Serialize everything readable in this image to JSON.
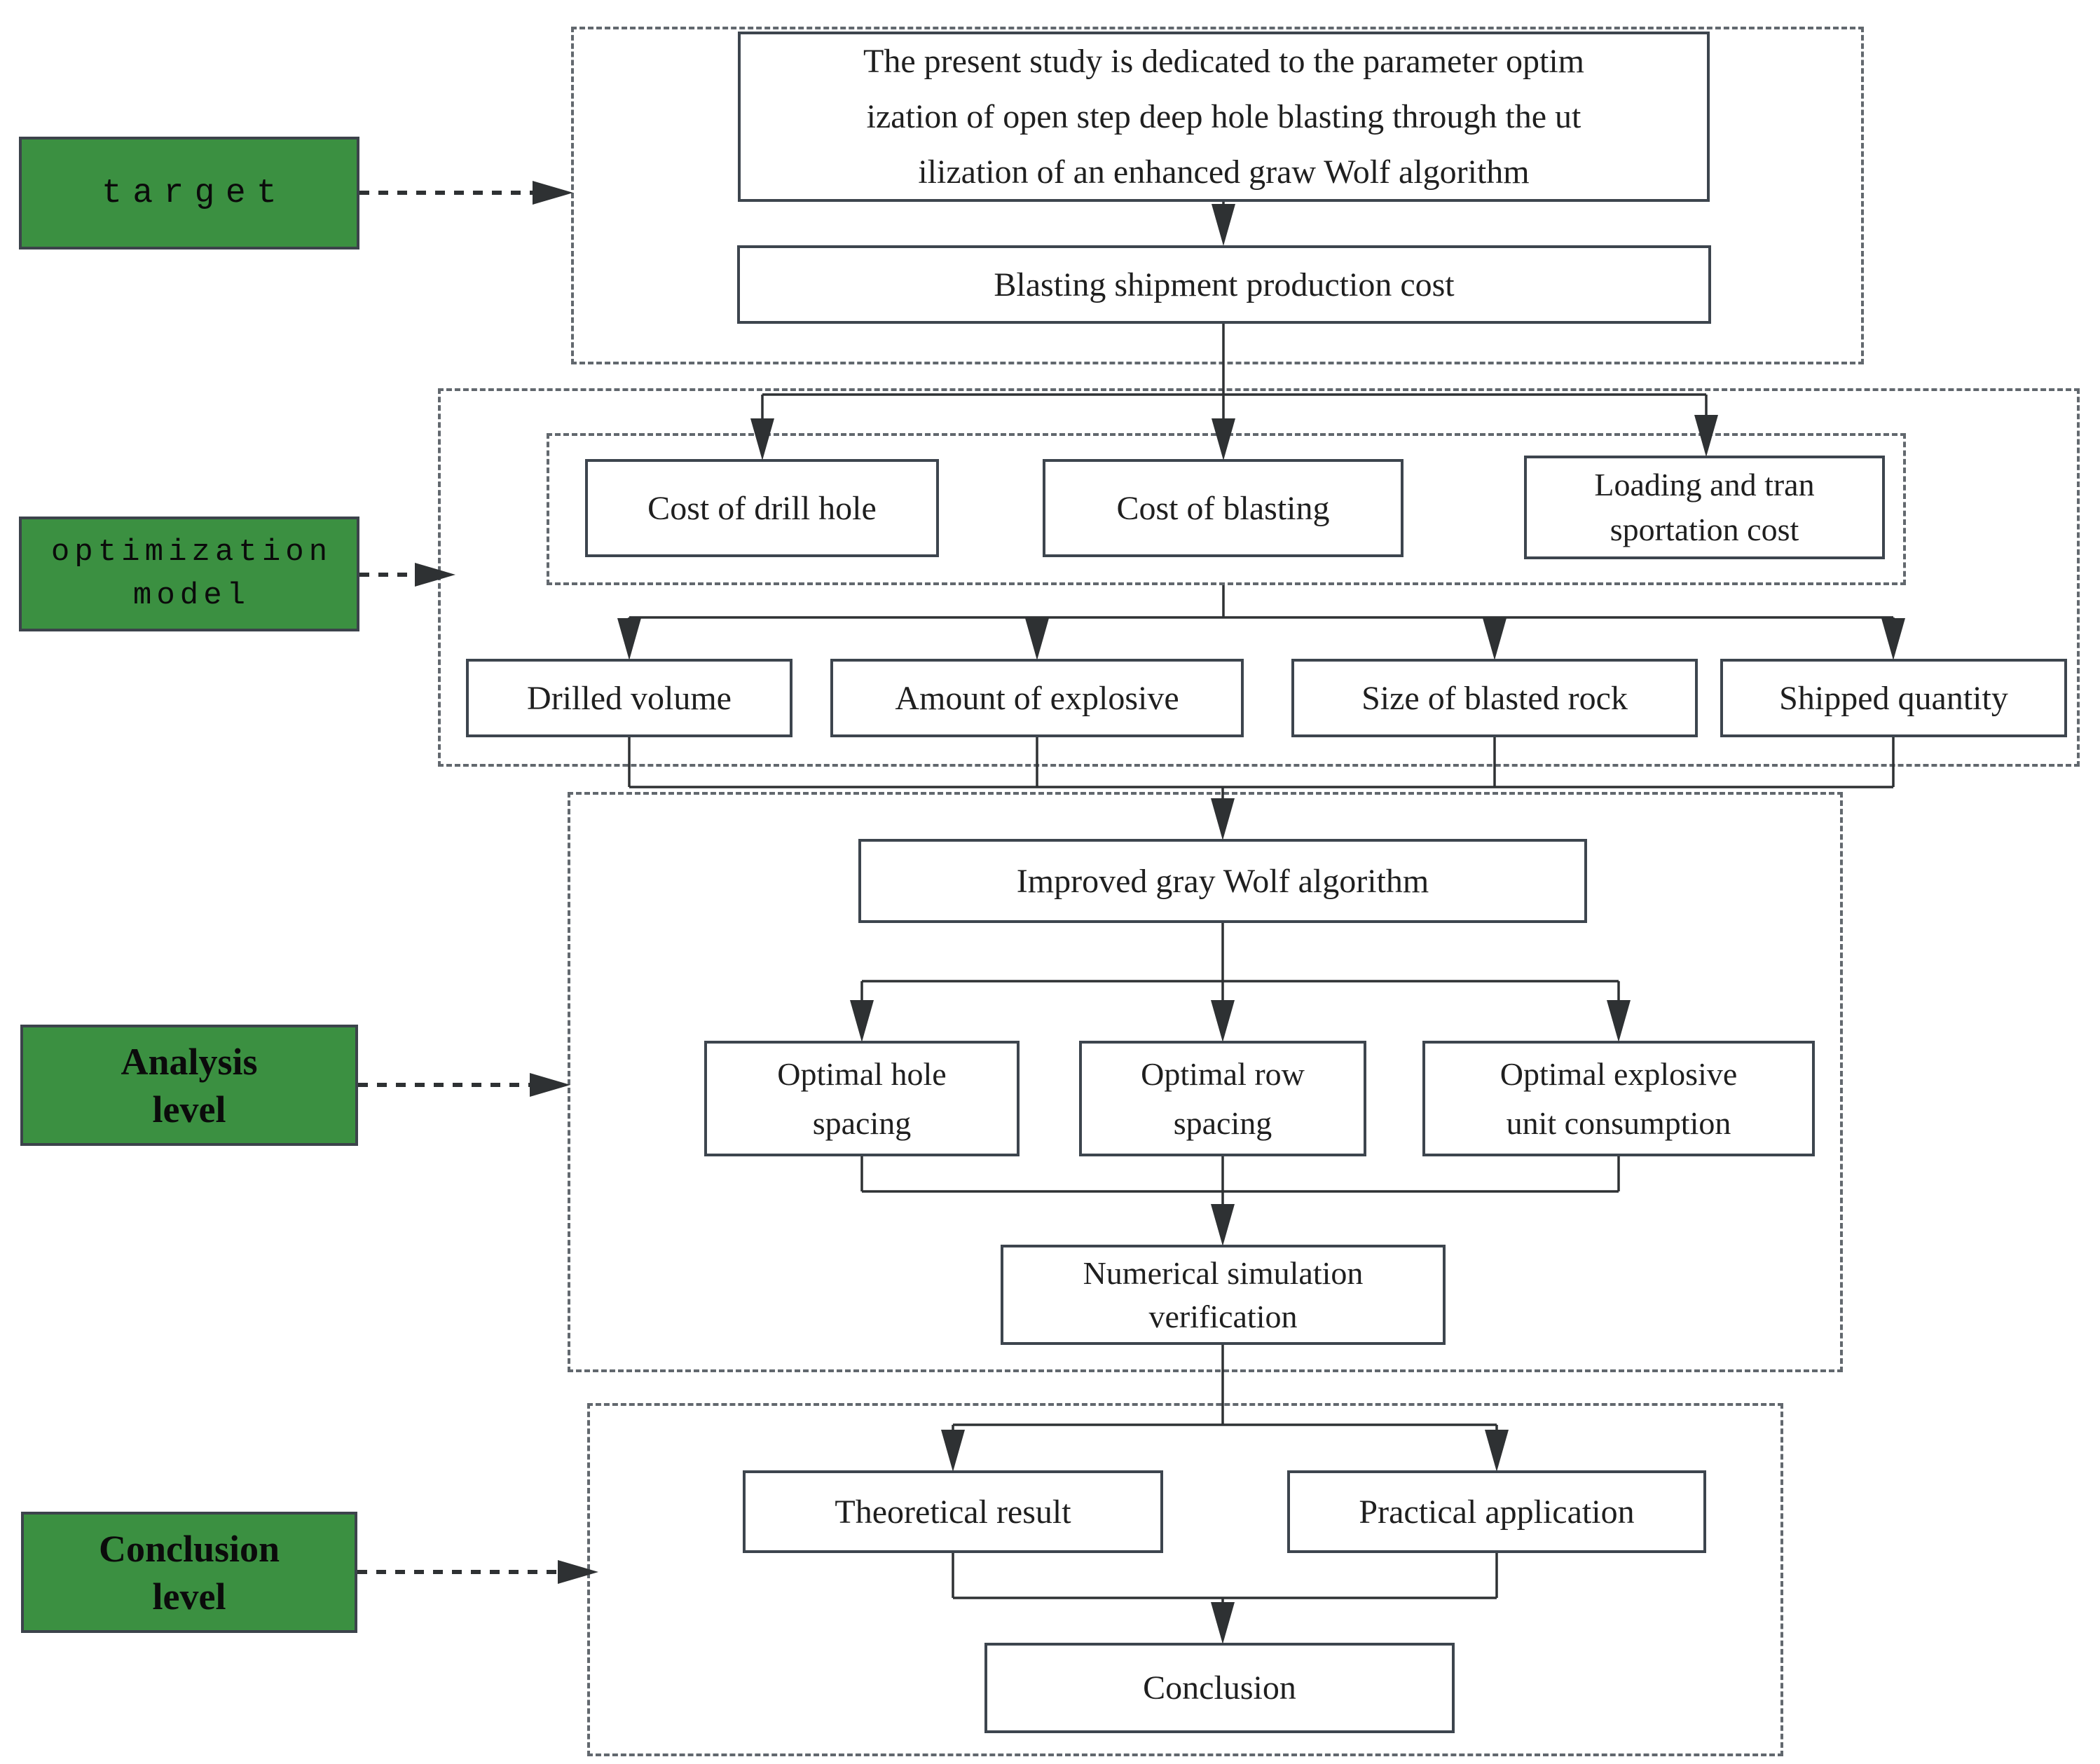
{
  "colors": {
    "green": "#3b9041",
    "green_border": "#3c434b",
    "box_border": "#3d454e",
    "dash_border": "#62686e",
    "line": "#2e3133",
    "text": "#1f1f1f",
    "background": "#ffffff"
  },
  "side_labels": {
    "target": {
      "lines": [
        "target"
      ]
    },
    "optimization_model": {
      "lines": [
        "optimization",
        "model"
      ]
    },
    "analysis_level": {
      "lines": [
        "Analysis",
        "level"
      ]
    },
    "conclusion_level": {
      "lines": [
        "Conclusion",
        "level"
      ]
    }
  },
  "flow": {
    "target_section": {
      "study_statement": {
        "lines": [
          "The present study is dedicated to the parameter optim",
          "ization of open step deep hole blasting through the ut",
          "ilization of an enhanced graw Wolf algorithm"
        ]
      },
      "blasting_cost": {
        "lines": [
          "Blasting shipment production cost"
        ]
      }
    },
    "optimization_section": {
      "cost_drill_hole": {
        "lines": [
          "Cost of drill hole"
        ]
      },
      "cost_blasting": {
        "lines": [
          "Cost of blasting"
        ]
      },
      "loading_transport": {
        "lines": [
          "Loading and tran",
          "sportation cost"
        ]
      },
      "drilled_volume": {
        "lines": [
          "Drilled volume"
        ]
      },
      "amount_explosive": {
        "lines": [
          "Amount of explosive"
        ]
      },
      "size_blasted_rock": {
        "lines": [
          "Size of blasted rock"
        ]
      },
      "shipped_quantity": {
        "lines": [
          "Shipped quantity"
        ]
      }
    },
    "analysis_section": {
      "improved_gwo": {
        "lines": [
          "Improved gray Wolf algorithm"
        ]
      },
      "optimal_hole": {
        "lines": [
          "Optimal hole",
          "spacing"
        ]
      },
      "optimal_row": {
        "lines": [
          "Optimal row",
          "spacing"
        ]
      },
      "optimal_explosive": {
        "lines": [
          "Optimal explosive",
          "unit consumption"
        ]
      },
      "numerical_sim": {
        "lines": [
          "Numerical simulation",
          "verification"
        ]
      }
    },
    "conclusion_section": {
      "theoretical_result": {
        "lines": [
          "Theoretical result"
        ]
      },
      "practical_application": {
        "lines": [
          "Practical application"
        ]
      },
      "conclusion": {
        "lines": [
          "Conclusion"
        ]
      }
    }
  }
}
